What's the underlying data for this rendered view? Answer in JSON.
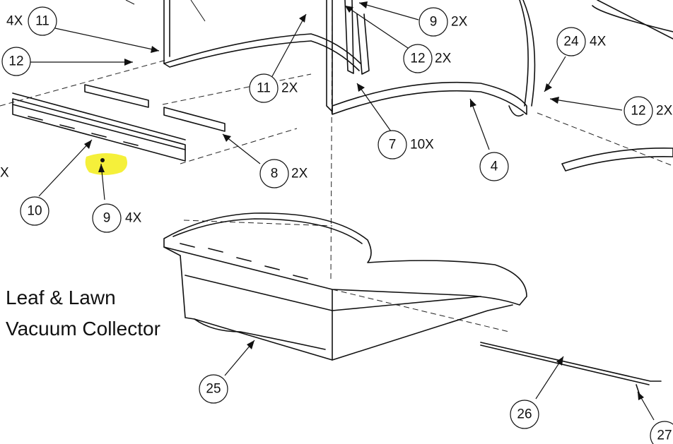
{
  "title_lines": [
    "Leaf & Lawn",
    "Vacuum Collector"
  ],
  "colors": {
    "highlight": "#f5f03a",
    "ink": "#111111"
  },
  "callouts": [
    {
      "id": "c11a",
      "number": "11",
      "qty": "4X"
    },
    {
      "id": "c12a",
      "number": "12",
      "qty": ""
    },
    {
      "id": "c11b",
      "number": "11",
      "qty": "2X"
    },
    {
      "id": "c9a",
      "number": "9",
      "qty": "2X"
    },
    {
      "id": "c12b",
      "number": "12",
      "qty": "2X"
    },
    {
      "id": "c24",
      "number": "24",
      "qty": "4X"
    },
    {
      "id": "c12c",
      "number": "12",
      "qty": "2X"
    },
    {
      "id": "c7",
      "number": "7",
      "qty": "10X"
    },
    {
      "id": "c4",
      "number": "4",
      "qty": ""
    },
    {
      "id": "c8",
      "number": "8",
      "qty": "2X"
    },
    {
      "id": "c10",
      "number": "10",
      "qty": ""
    },
    {
      "id": "c9b",
      "number": "9",
      "qty": "4X"
    },
    {
      "id": "c25",
      "number": "25",
      "qty": ""
    },
    {
      "id": "c26",
      "number": "26",
      "qty": ""
    },
    {
      "id": "c27",
      "number": "27",
      "qty": ""
    }
  ],
  "edge_marks": {
    "left_fragment": "X"
  }
}
